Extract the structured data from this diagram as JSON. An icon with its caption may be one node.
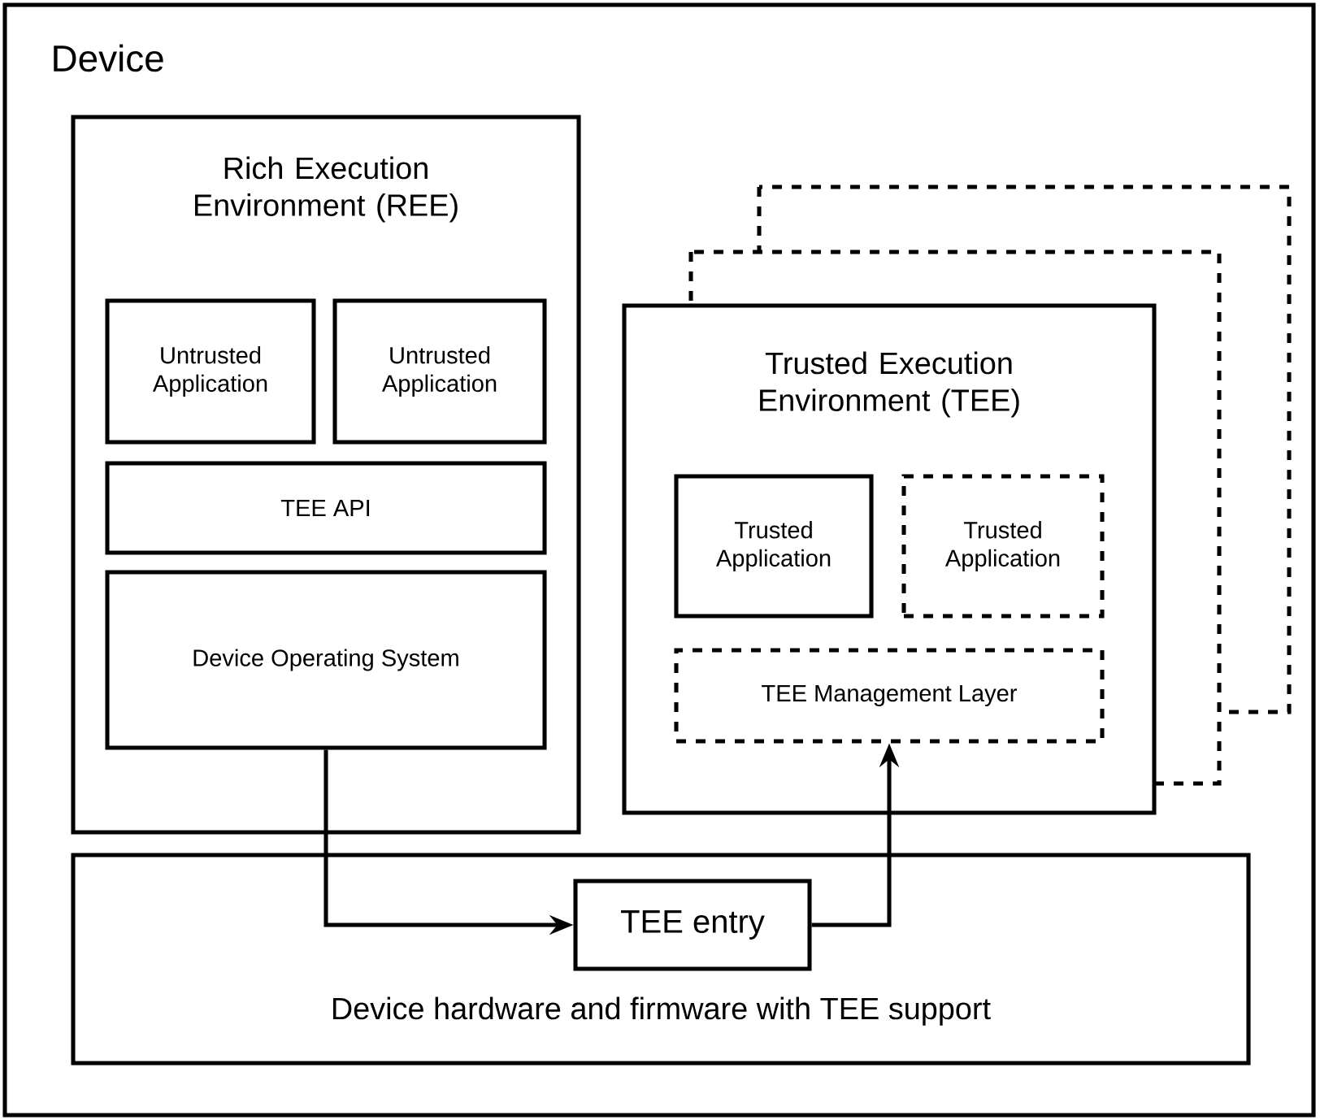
{
  "diagram": {
    "nodes": [
      {
        "text": [
          "Device"
        ]
      },
      {
        "text": [
          "Rich Execution Environment (REE)"
        ],
        "in": 0
      },
      {
        "text": [
          "Untrusted Application"
        ],
        "in": 1
      },
      {
        "text": [
          "Untrusted Application"
        ],
        "in": 1
      },
      {
        "text": [
          "TEE API"
        ],
        "in": 1
      },
      {
        "text": [
          "Device Operating System"
        ],
        "in": 1
      },
      {
        "text": [
          "Trusted Execution Environment (TEE)"
        ],
        "in": 0
      },
      {
        "text": [
          "Trusted Application"
        ],
        "in": 6
      },
      {
        "text": [
          "Trusted Application"
        ],
        "in": 6
      },
      {
        "text": [
          "TEE Management Layer"
        ],
        "in": 6
      },
      {
        "text": [
          "Device hardware and firmware with TEE support"
        ],
        "in": 0
      },
      {
        "text": [
          "TEE entry"
        ],
        "in": 10
      }
    ],
    "edges": [
      {
        "from": 5,
        "to": 11,
        "arrow": "to"
      },
      {
        "from": 11,
        "to": 9,
        "arrow": "to"
      }
    ]
  }
}
